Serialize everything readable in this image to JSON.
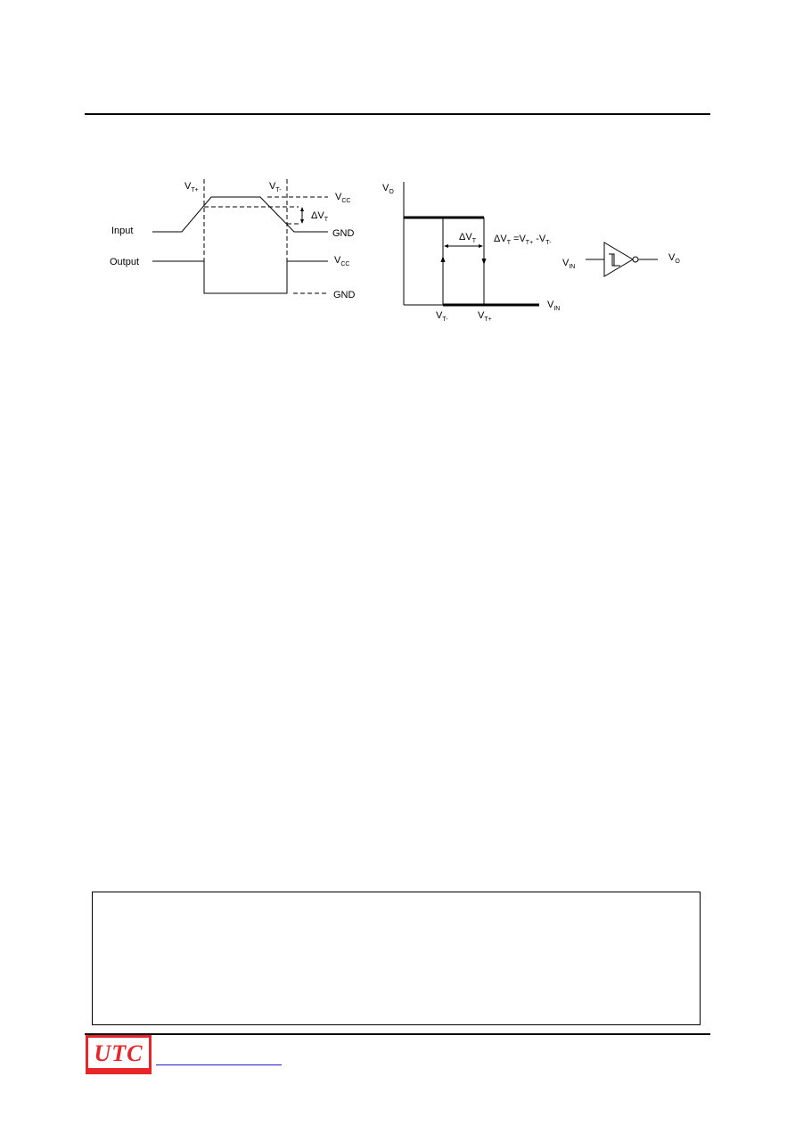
{
  "waveform": {
    "label_vt_plus": "V",
    "label_vt_plus_sub": "T+",
    "label_vt_minus": "V",
    "label_vt_minus_sub": "T-",
    "label_vcc_top": "V",
    "label_vcc_top_sub": "CC",
    "label_delta_vt": "ΔV",
    "label_delta_vt_sub": "T",
    "label_input": "Input",
    "label_gnd_input": "GND",
    "label_output": "Output",
    "label_vcc_output": "V",
    "label_vcc_output_sub": "CC",
    "label_gnd_output": "GND"
  },
  "hysteresis": {
    "label_vo": "V",
    "label_vo_sub": "O",
    "label_delta_vt": "ΔV",
    "label_delta_vt_sub": "T",
    "equation_part1": "ΔV",
    "equation_sub1": "T",
    "equation_part2": " =V",
    "equation_sub2": "T+",
    "equation_part3": " -V",
    "equation_sub3": "T-",
    "label_vin": "V",
    "label_vin_sub": "IN",
    "label_vt_minus": "V",
    "label_vt_minus_sub": "T-",
    "label_vt_plus": "V",
    "label_vt_plus_sub": "T+"
  },
  "symbol": {
    "label_vin": "V",
    "label_vin_sub": "IN",
    "label_vo": "V",
    "label_vo_sub": "O"
  },
  "footer": {
    "logo_text": "UTC",
    "brand_color": "#e8252b",
    "link_color": "#1f1fd0"
  }
}
